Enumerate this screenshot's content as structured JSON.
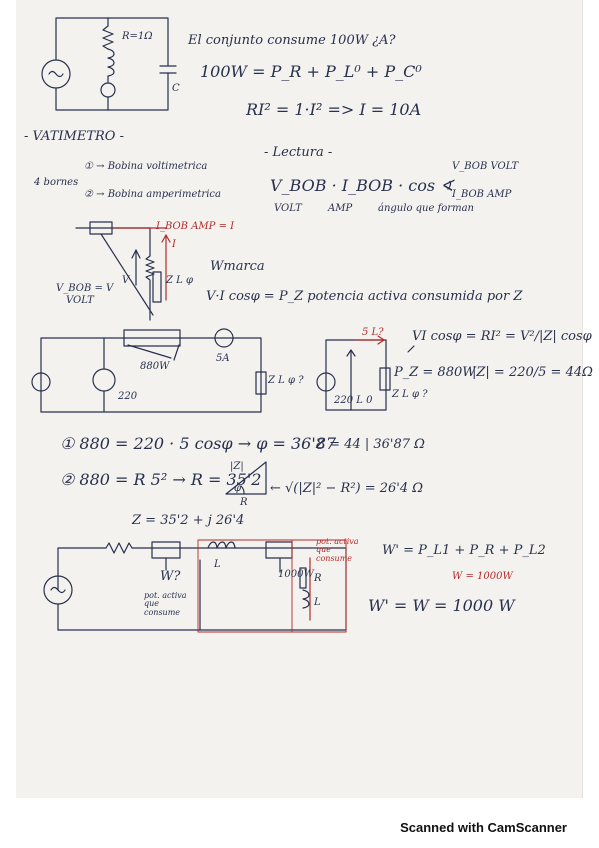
{
  "footer": {
    "scan_label": "Scanned with CamScanner"
  },
  "notes": {
    "r_label": "R=1Ω",
    "c_label": "C",
    "question": "El conjunto consume 100W ¿A?",
    "eq_power": "100W = P_R + P_L⁰ + P_C⁰",
    "eq_current": "RI² = 1·I² => I = 10A",
    "wattmeter_title": "- VATIMETRO -",
    "terminals_label": "4 bornes",
    "coil1": "① → Bobina voltimetrica",
    "coil2": "② → Bobina amperimetrica",
    "reading_label": "- Lectura -",
    "reading_eq": "V_BOB · I_BOB · cos ∢",
    "volt_sub": "VOLT",
    "amp_sub": "AMP",
    "angle_sub": "ángulo que forman",
    "vbob_volt": "V_BOB VOLT",
    "ibob_amp": "I_BOB AMP",
    "ibob_eq": "I_BOB AMP = I",
    "i_label": "I",
    "vbob_eq": "V_BOB = V",
    "volt_small": "VOLT",
    "v_label": "V",
    "z_phi": "Z L φ",
    "wmark": "Wmarca",
    "power_def": "V·I cosφ = P_Z potencia activa consumida por Z",
    "w880": "880W",
    "a5": "5A",
    "v220": "220",
    "z_phi_q": "Z L φ ?",
    "s5": "5 L?",
    "p880": "P_Z = 880W",
    "v220b": "220 L 0",
    "z_phi_q2": "Z L φ ?",
    "vicos": "VI cosφ = RI² = V²/|Z| cosφ",
    "absz": "|Z| = 220/5 = 44Ω",
    "step1": "① 880 = 220 · 5 cosφ → φ = 36'87",
    "z44": "Z = 44 | 36'87 Ω",
    "step2": "② 880 = R 5² → R = 35'2",
    "tri_z": "|Z|",
    "tri_phi": "φ",
    "tri_r": "R",
    "tri_eq": "← √(|Z|² − R²) = 26'4 Ω",
    "zfinal": "Z = 35'2 + j 26'4",
    "l_label": "L",
    "w_q": "W?",
    "pot_consume": "pot. activa que consume",
    "w1000": "1000W",
    "pot_red": "pot. activa que consume",
    "r_small": "R",
    "l_small": "L",
    "w_eq": "W' = P_L1 + P_R + P_L2",
    "w_red": "W = 1000W",
    "w_final": "W' = W = 1000 W"
  }
}
